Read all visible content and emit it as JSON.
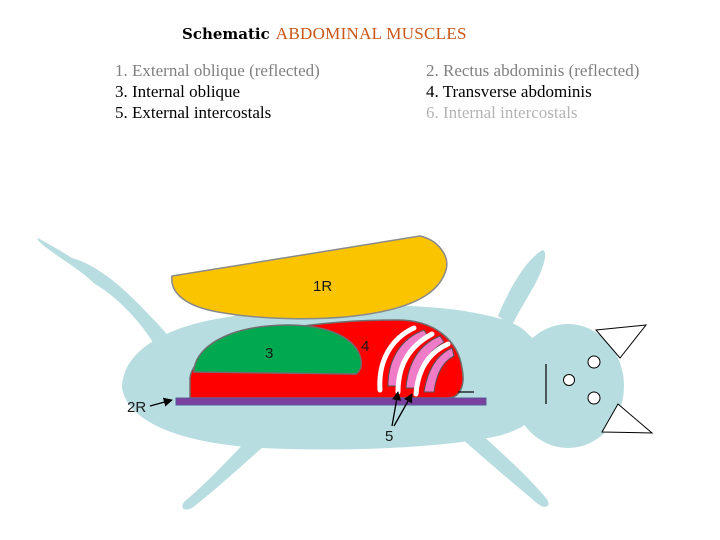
{
  "title": {
    "prefix": "Schematic",
    "main": "ABDOMINAL  MUSCLES",
    "main_color": "#c8561a"
  },
  "legend": [
    {
      "text": "1. External oblique (reflected)",
      "color": "#808080"
    },
    {
      "text": "2. Rectus abdominis (reflected)",
      "color": "#808080"
    },
    {
      "text": "3. Internal oblique",
      "color": "#000000"
    },
    {
      "text": "4. Transverse abdominis",
      "color": "#000000"
    },
    {
      "text": "5. External intercostals",
      "color": "#000000"
    },
    {
      "text": "6. Internal intercostals",
      "color": "#b4b4b4"
    }
  ],
  "labels": {
    "external_oblique": "1R",
    "rectus_abdominis": "2R",
    "internal_oblique": "3",
    "transverse_abdominis": "4",
    "external_intercostals": "5"
  },
  "colors": {
    "cat_body": "#b7dde0",
    "external_oblique": "#fbc400",
    "rectus_abdominis": "#7b3fa0",
    "internal_oblique": "#00a84f",
    "transverse_abdominis": "#ff0000",
    "intercostals": "#f07cc8"
  }
}
